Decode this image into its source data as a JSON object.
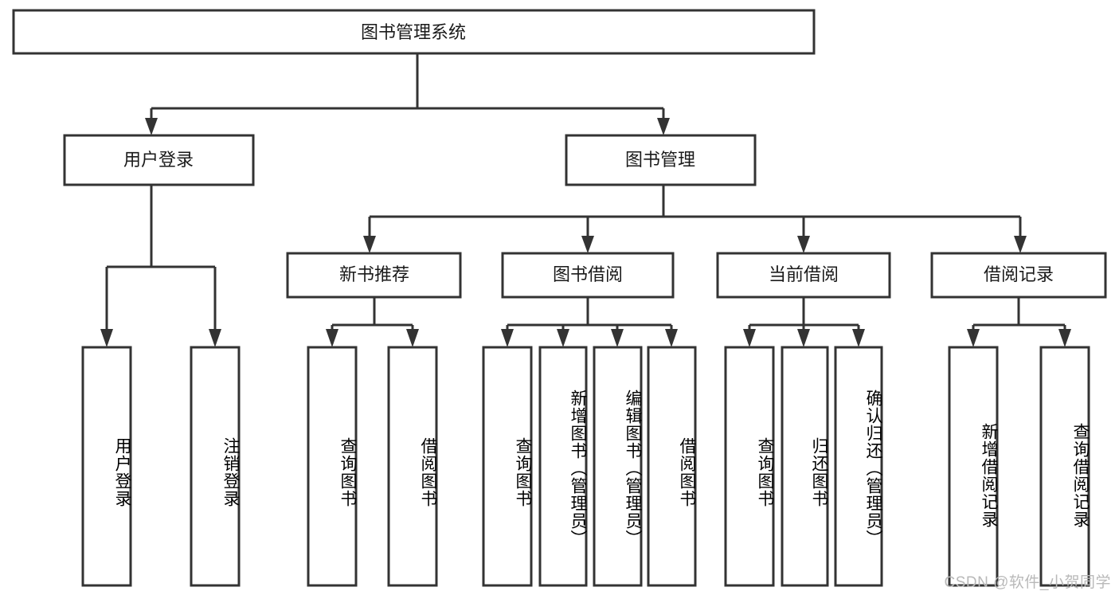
{
  "diagram": {
    "type": "tree-hierarchy",
    "title_node": {
      "label": "图书管理系统"
    },
    "level2": [
      {
        "label": "用户登录"
      },
      {
        "label": "图书管理"
      }
    ],
    "level3": [
      {
        "label": "新书推荐"
      },
      {
        "label": "图书借阅"
      },
      {
        "label": "当前借阅"
      },
      {
        "label": "借阅记录"
      }
    ],
    "leaves": {
      "user_login": [
        {
          "label": "用户登录"
        },
        {
          "label": "注销登录"
        }
      ],
      "new_book_recommend": [
        {
          "label": "查询图书"
        },
        {
          "label": "借阅图书"
        }
      ],
      "book_borrow": [
        {
          "label": "查询图书"
        },
        {
          "label": "新增图书（管理员）"
        },
        {
          "label": "编辑图书（管理员）"
        },
        {
          "label": "借阅图书"
        }
      ],
      "current_borrow": [
        {
          "label": "查询图书"
        },
        {
          "label": "归还图书"
        },
        {
          "label": "确认归还（管理员）"
        }
      ],
      "borrow_record": [
        {
          "label": "新增借阅记录"
        },
        {
          "label": "查询借阅记录"
        }
      ]
    },
    "watermark": "CSDN @软件_小贺同学",
    "colors": {
      "stroke": "#333333",
      "fill": "#ffffff",
      "text": "#1a1a1a",
      "watermark": "#b9b9b9"
    }
  }
}
